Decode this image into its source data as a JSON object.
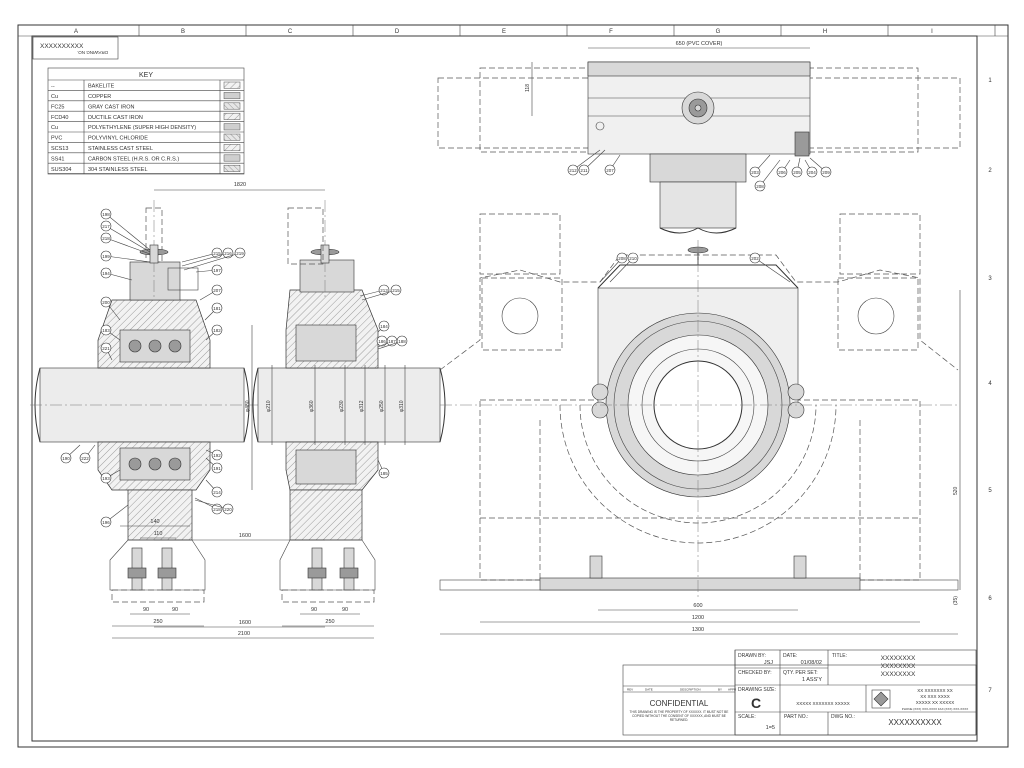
{
  "grid": {
    "columns": [
      "A",
      "B",
      "C",
      "D",
      "E",
      "F",
      "G",
      "H",
      "I"
    ],
    "rows": [
      "1",
      "2",
      "3",
      "4",
      "5",
      "6",
      "7"
    ]
  },
  "drawing_no_box": {
    "value": "XXXXXXXXXX",
    "label": "DRAWING NO."
  },
  "key": {
    "title": "KEY",
    "rows": [
      {
        "code": "--",
        "material": "BAKELITE"
      },
      {
        "code": "Cu",
        "material": "COPPER"
      },
      {
        "code": "FC25",
        "material": "GRAY CAST IRON"
      },
      {
        "code": "FCD40",
        "material": "DUCTILE CAST IRON"
      },
      {
        "code": "Cu",
        "material": "POLYETHYLENE (SUPER HIGH DENSITY)"
      },
      {
        "code": "PVC",
        "material": "POLYVINYL CHLORIDE"
      },
      {
        "code": "SCS13",
        "material": "STAINLESS CAST STEEL"
      },
      {
        "code": "SS41",
        "material": "CARBON STEEL (H.R.S. OR C.R.S.)"
      },
      {
        "code": "SUS304",
        "material": "304 STAINLESS STEEL"
      }
    ]
  },
  "dimensions": {
    "d1820": "1820",
    "d140": "140",
    "d110": "110",
    "d1600a": "1600",
    "d90a": "90",
    "d90b": "90",
    "d250a": "250",
    "d1600b": "1600",
    "d2100": "2100",
    "d90c": "90",
    "d90d": "90",
    "d250b": "250",
    "d650": "650 (PVC COVER)",
    "d118": "118",
    "d600": "600",
    "d1200": "1200",
    "d1300": "1300",
    "d520": "520",
    "d35": "(35)",
    "dia480": "φ480",
    "dia210": "φ210",
    "dia360": "φ360",
    "dia230": "φ230",
    "dia312": "φ312",
    "dia250": "φ250",
    "dia310": "φ310"
  },
  "balloons_left": [
    "198",
    "217",
    "218",
    "199",
    "194",
    "200",
    "183",
    "221",
    "190",
    "222",
    "193",
    "196",
    "215",
    "216",
    "219",
    "197",
    "207",
    "181",
    "182",
    "192",
    "191",
    "214",
    "218",
    "220"
  ],
  "balloons_mid": [
    "213",
    "215",
    "184",
    "186",
    "187",
    "188",
    "185"
  ],
  "balloons_top": [
    "212",
    "211",
    "207",
    "203",
    "208",
    "206",
    "205",
    "204",
    "209"
  ],
  "balloons_front": [
    "208",
    "210",
    "202"
  ],
  "title_block": {
    "drawn_by_label": "DRAWN BY:",
    "drawn_by": "JSJ",
    "date_label": "DATE:",
    "date": "01/08/02",
    "checked_by_label": "CHECKED BY:",
    "qty_label": "QTY. PER SET:",
    "qty": "1 ASS'Y",
    "title_label": "TITLE:",
    "title_lines": [
      "XXXXXXXX",
      "XXXXXXXX",
      "XXXXXXXX"
    ],
    "drawing_size_label": "DRAWING SIZE:",
    "drawing_size": "C",
    "confidential": "CONFIDENTIAL",
    "confidential_note": "THIS DRAWING IS THE PROPERTY OF XXXXXX. IT MUST NOT BE COPIED WITHOUT THE CONSENT OF XXXXXX, AND MUST BE RETURNED.",
    "rev_headers": [
      "REV",
      "DATE",
      "DESCRIPTION",
      "BY",
      "APPR"
    ],
    "company_line": "XXXXX XXXXXXX XXXXX",
    "company_block": [
      "XX XXXXXXX XX",
      "XX XXX XXXX",
      "XXXXX XX XXXXX"
    ],
    "phone": "PHONE (XXX) XXX-XXXX     FAX (XXX) XXX-XXXX",
    "scale_label": "SCALE:",
    "scale": "1=5",
    "part_no_label": "PART NO.:",
    "dwg_no_label": "DWG NO.:",
    "dwg_no": "XXXXXXXXXX"
  }
}
